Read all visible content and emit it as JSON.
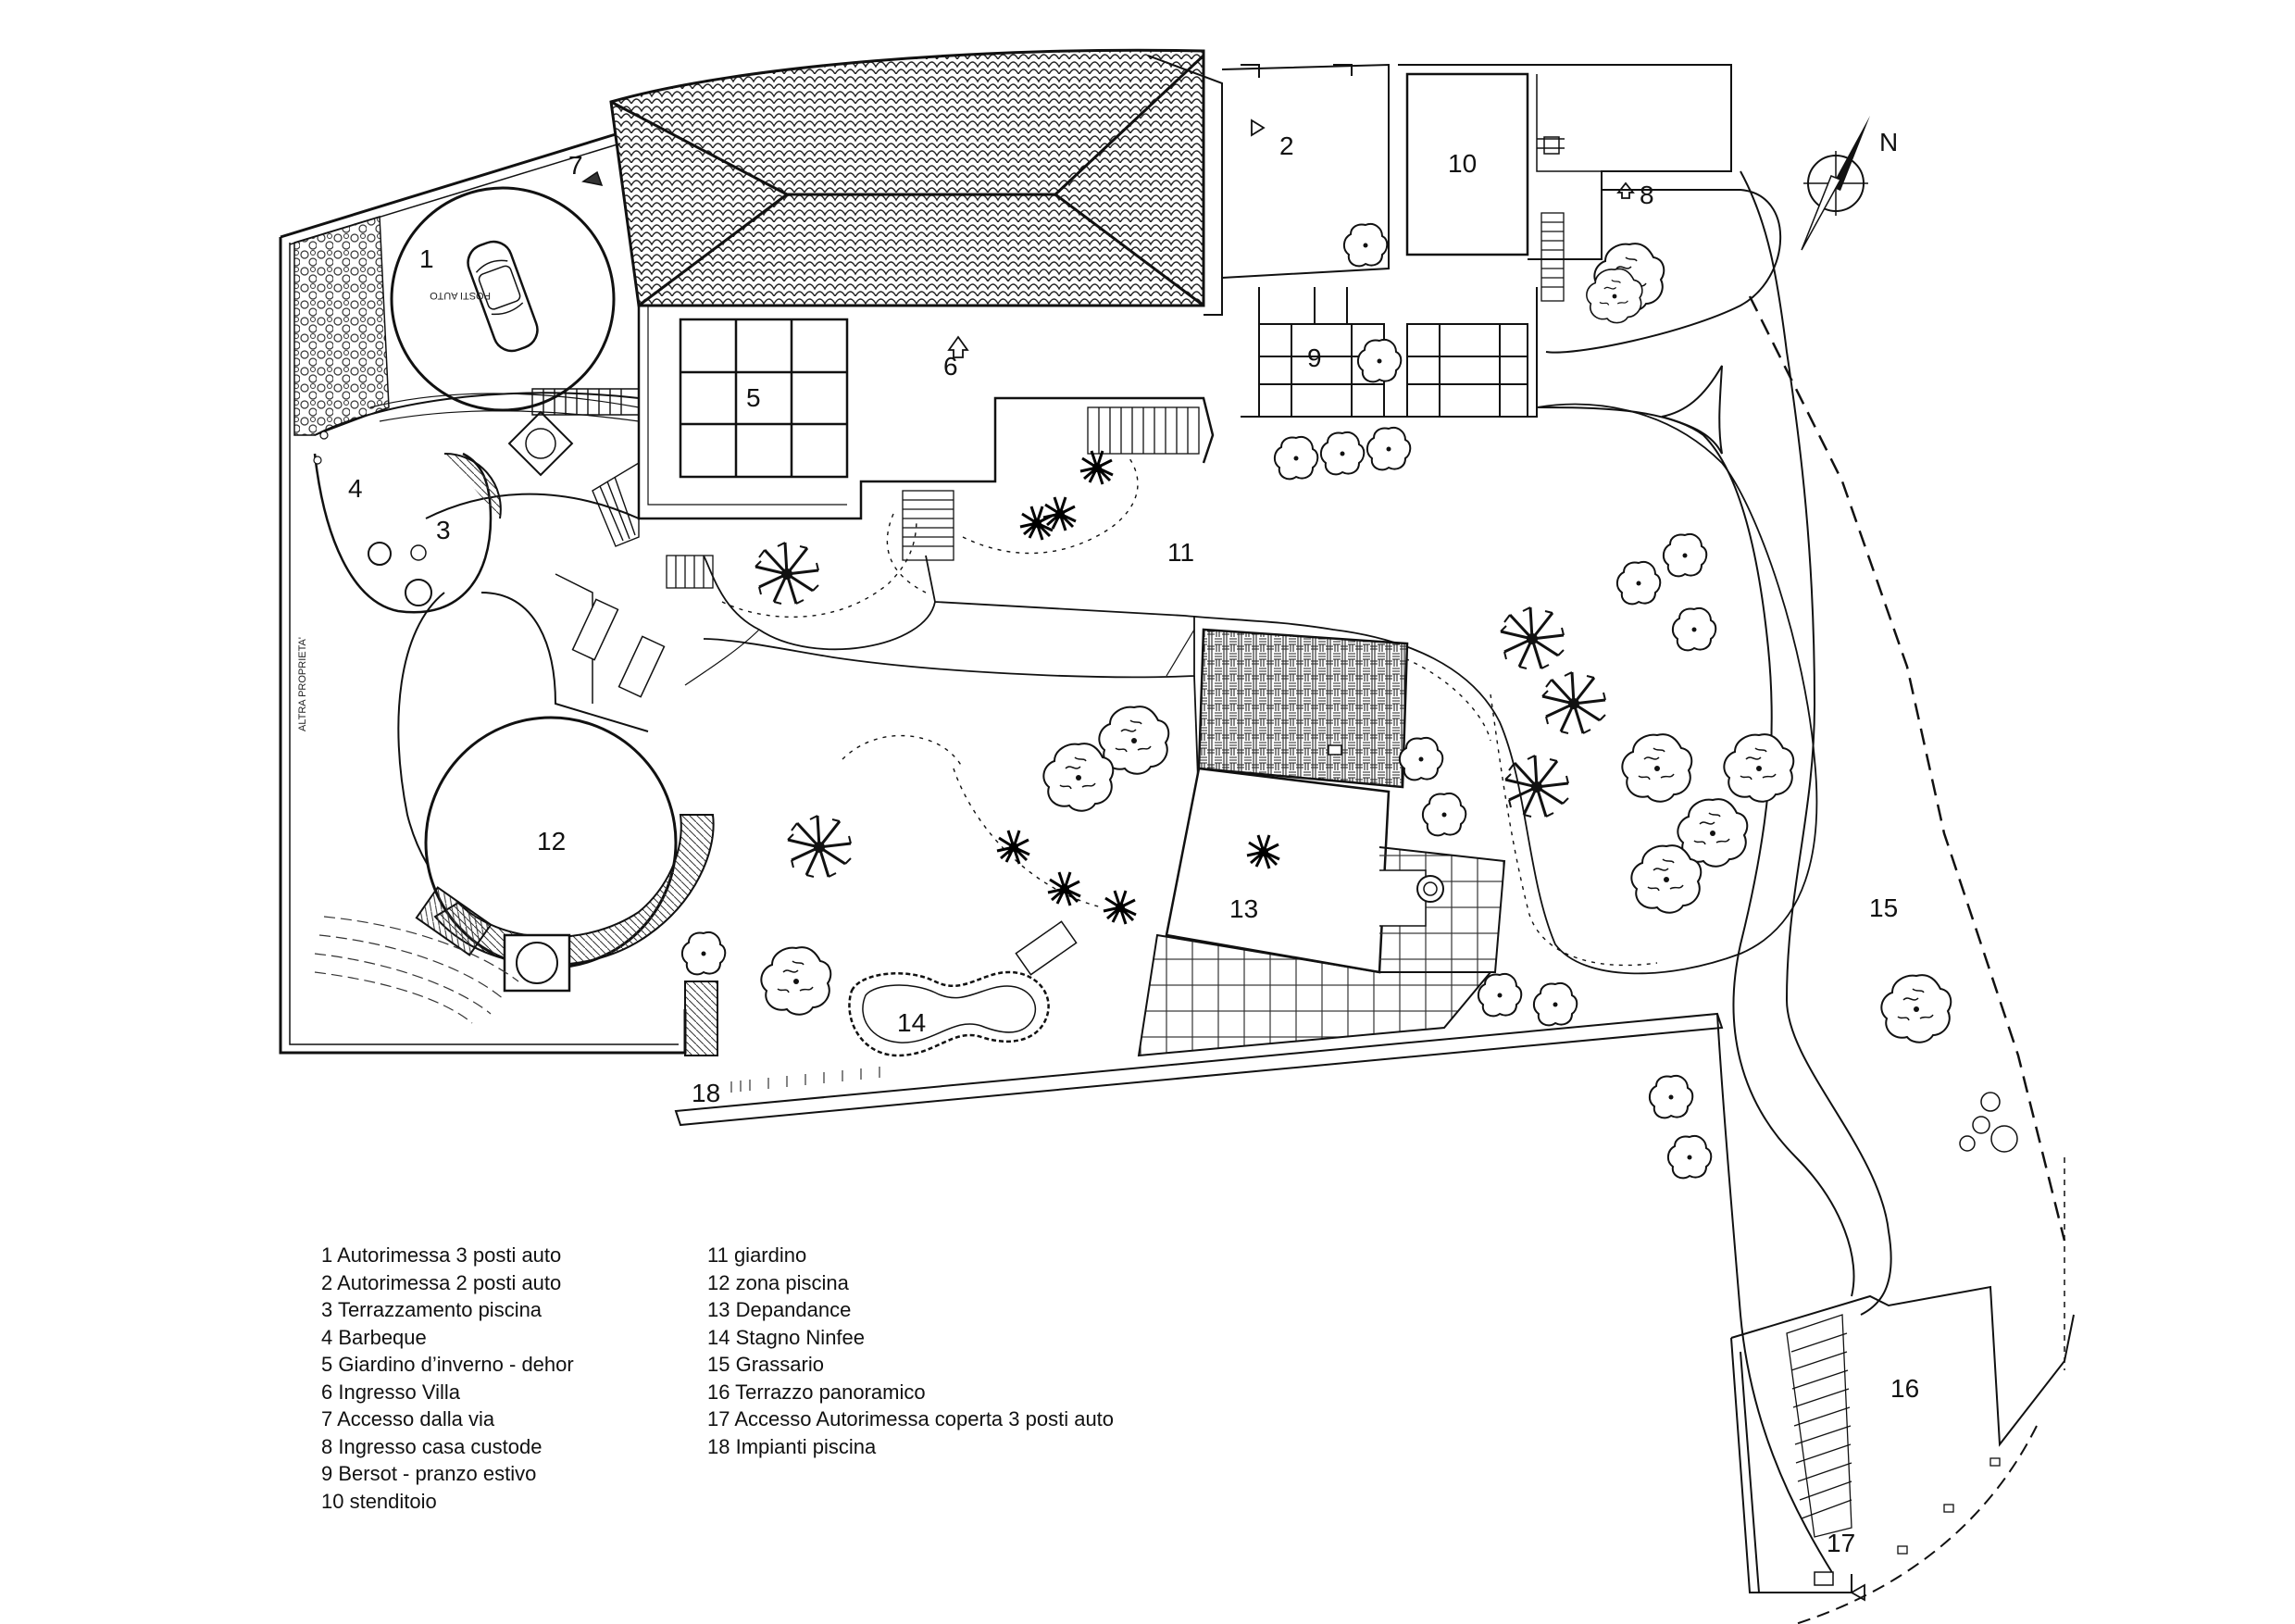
{
  "plan": {
    "labels": {
      "n1": "1",
      "n2": "2",
      "n3": "3",
      "n4": "4",
      "n5": "5",
      "n6": "6",
      "n7": "7",
      "n8": "8",
      "n9": "9",
      "n10": "10",
      "n11": "11",
      "n12": "12",
      "n13": "13",
      "n14": "14",
      "n15": "15",
      "n16": "16",
      "n17": "17",
      "n18": "18"
    },
    "posti_auto": "POSTI AUTO",
    "altra_proprieta": "ALTRA PROPRIETA'",
    "north": "N"
  },
  "legend": {
    "left": [
      "1 Autorimessa 3 posti auto",
      "2 Autorimessa 2 posti auto",
      "3 Terrazzamento piscina",
      "4 Barbeque",
      "5 Giardino d’inverno - dehor",
      "6 Ingresso Villa",
      "7 Accesso dalla via",
      "8 Ingresso casa custode",
      "9 Bersot - pranzo estivo",
      "10 stenditoio"
    ],
    "right": [
      "11 giardino",
      "12 zona piscina",
      "13 Depandance",
      "14 Stagno Ninfee",
      "15 Grassario",
      "16 Terrazzo panoramico",
      "17 Accesso Autorimessa coperta 3 posti auto",
      "18 Impianti piscina"
    ]
  }
}
